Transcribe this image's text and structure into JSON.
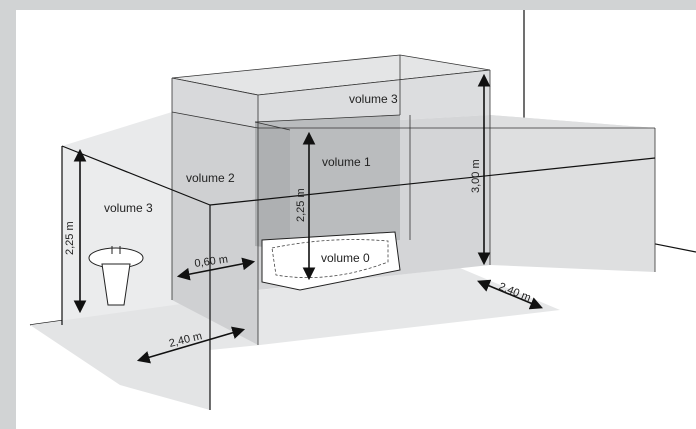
{
  "zones": {
    "volume_0": "volume 0",
    "volume_1": "volume 1",
    "volume_2": "volume 2",
    "volume_3_top": "volume 3",
    "volume_3_left": "volume 3"
  },
  "dimensions": {
    "wall_height_left": "2,25 m",
    "vol1_height": "2,25 m",
    "vol3_height": "3,00 m",
    "vol2_width": "0,60 m",
    "vol3_width_front": "2,40 m",
    "vol3_width_right": "2,40 m"
  },
  "colors": {
    "background": "#e6e7e8",
    "frame": "#bcbec0",
    "room_floor": "#d9dadb",
    "volume_2_fill": "#c9cacc",
    "volume_1_fill": "#b4b6b8",
    "volume_3_fill": "#dcdddf",
    "line": "#111111"
  }
}
